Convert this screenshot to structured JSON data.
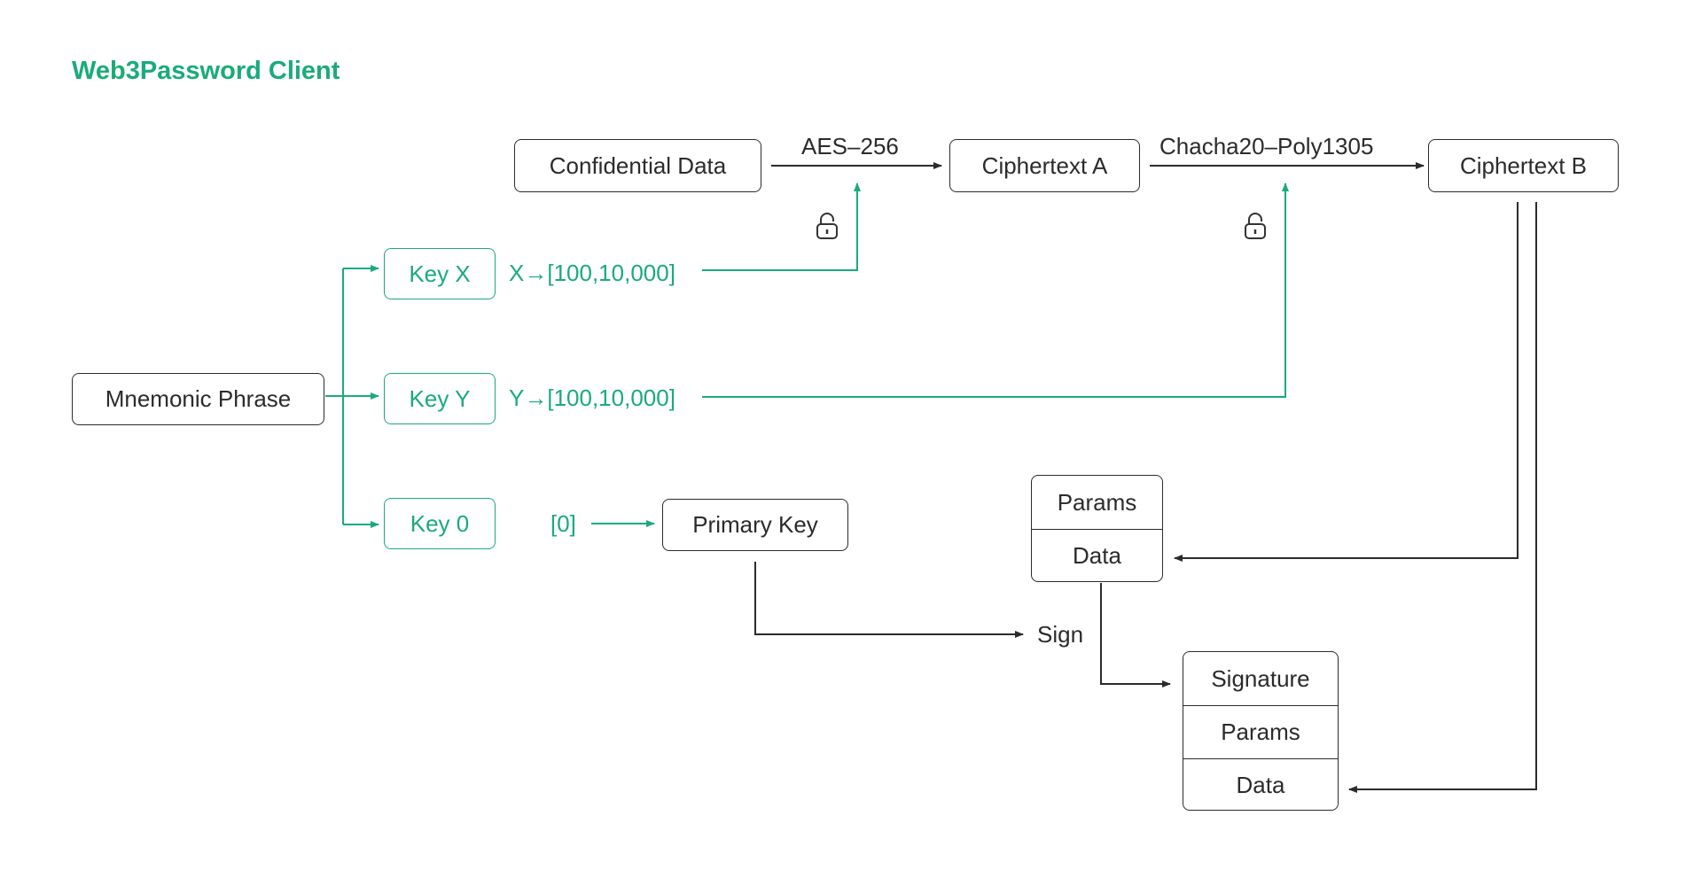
{
  "title": "Web3Password Client",
  "colors": {
    "accent": "#1aab78",
    "line": "#2b2b2b"
  },
  "nodes": {
    "mnemonic": "Mnemonic Phrase",
    "key_x": "Key X",
    "key_y": "Key Y",
    "key_0": "Key 0",
    "confidential": "Confidential Data",
    "cipher_a": "Ciphertext A",
    "cipher_b": "Ciphertext B",
    "primary_key": "Primary Key",
    "sign": "Sign"
  },
  "edges": {
    "aes": "AES–256",
    "chacha": "Chacha20–Poly1305",
    "x_range": "X→[100,10,000]",
    "y_range": "Y→[100,10,000]",
    "zero": "[0]"
  },
  "params_box": {
    "params": "Params",
    "data": "Data"
  },
  "signature_box": {
    "signature": "Signature",
    "params": "Params",
    "data": "Data"
  },
  "icons": {
    "lock_a": "lock-icon",
    "lock_b": "lock-icon"
  }
}
